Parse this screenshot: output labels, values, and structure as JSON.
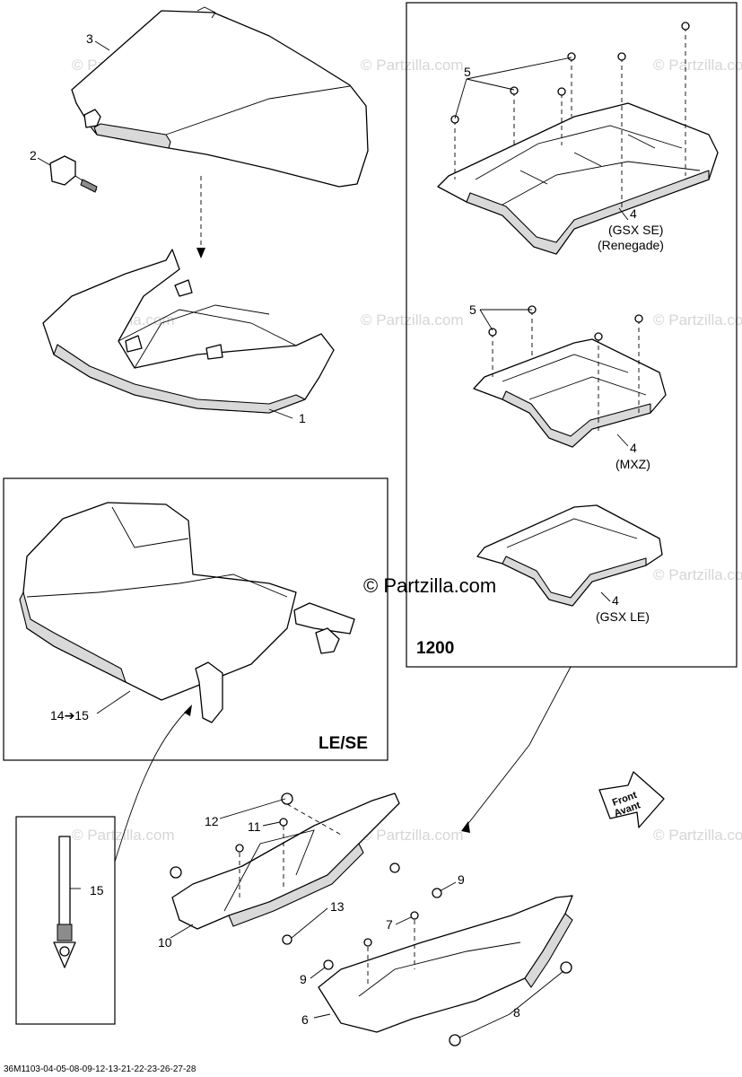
{
  "watermark": "© Partzilla.com",
  "center_watermark": "© Partzilla.com",
  "front_arrow": {
    "line1": "Front",
    "line2": "Avant"
  },
  "boxes": {
    "variant_box": "LE/SE",
    "engine_box": "1200"
  },
  "labels": {
    "l1": "1",
    "l2": "2",
    "l3": "3",
    "l4a": "4",
    "l4a_sub1": "(GSX SE)",
    "l4a_sub2": "(Renegade)",
    "l4b": "4",
    "l4b_sub": "(MXZ)",
    "l4c": "4",
    "l4c_sub": "(GSX LE)",
    "l5a": "5",
    "l5b": "5",
    "l6": "6",
    "l7": "7",
    "l8": "8",
    "l9a": "9",
    "l9b": "9",
    "l10": "10",
    "l11": "11",
    "l12": "12",
    "l13": "13",
    "l14": "14➔15",
    "l15": "15"
  },
  "footer_code": "36M1103-04-05-08-09-12-13-21-22-23-26-27-28"
}
